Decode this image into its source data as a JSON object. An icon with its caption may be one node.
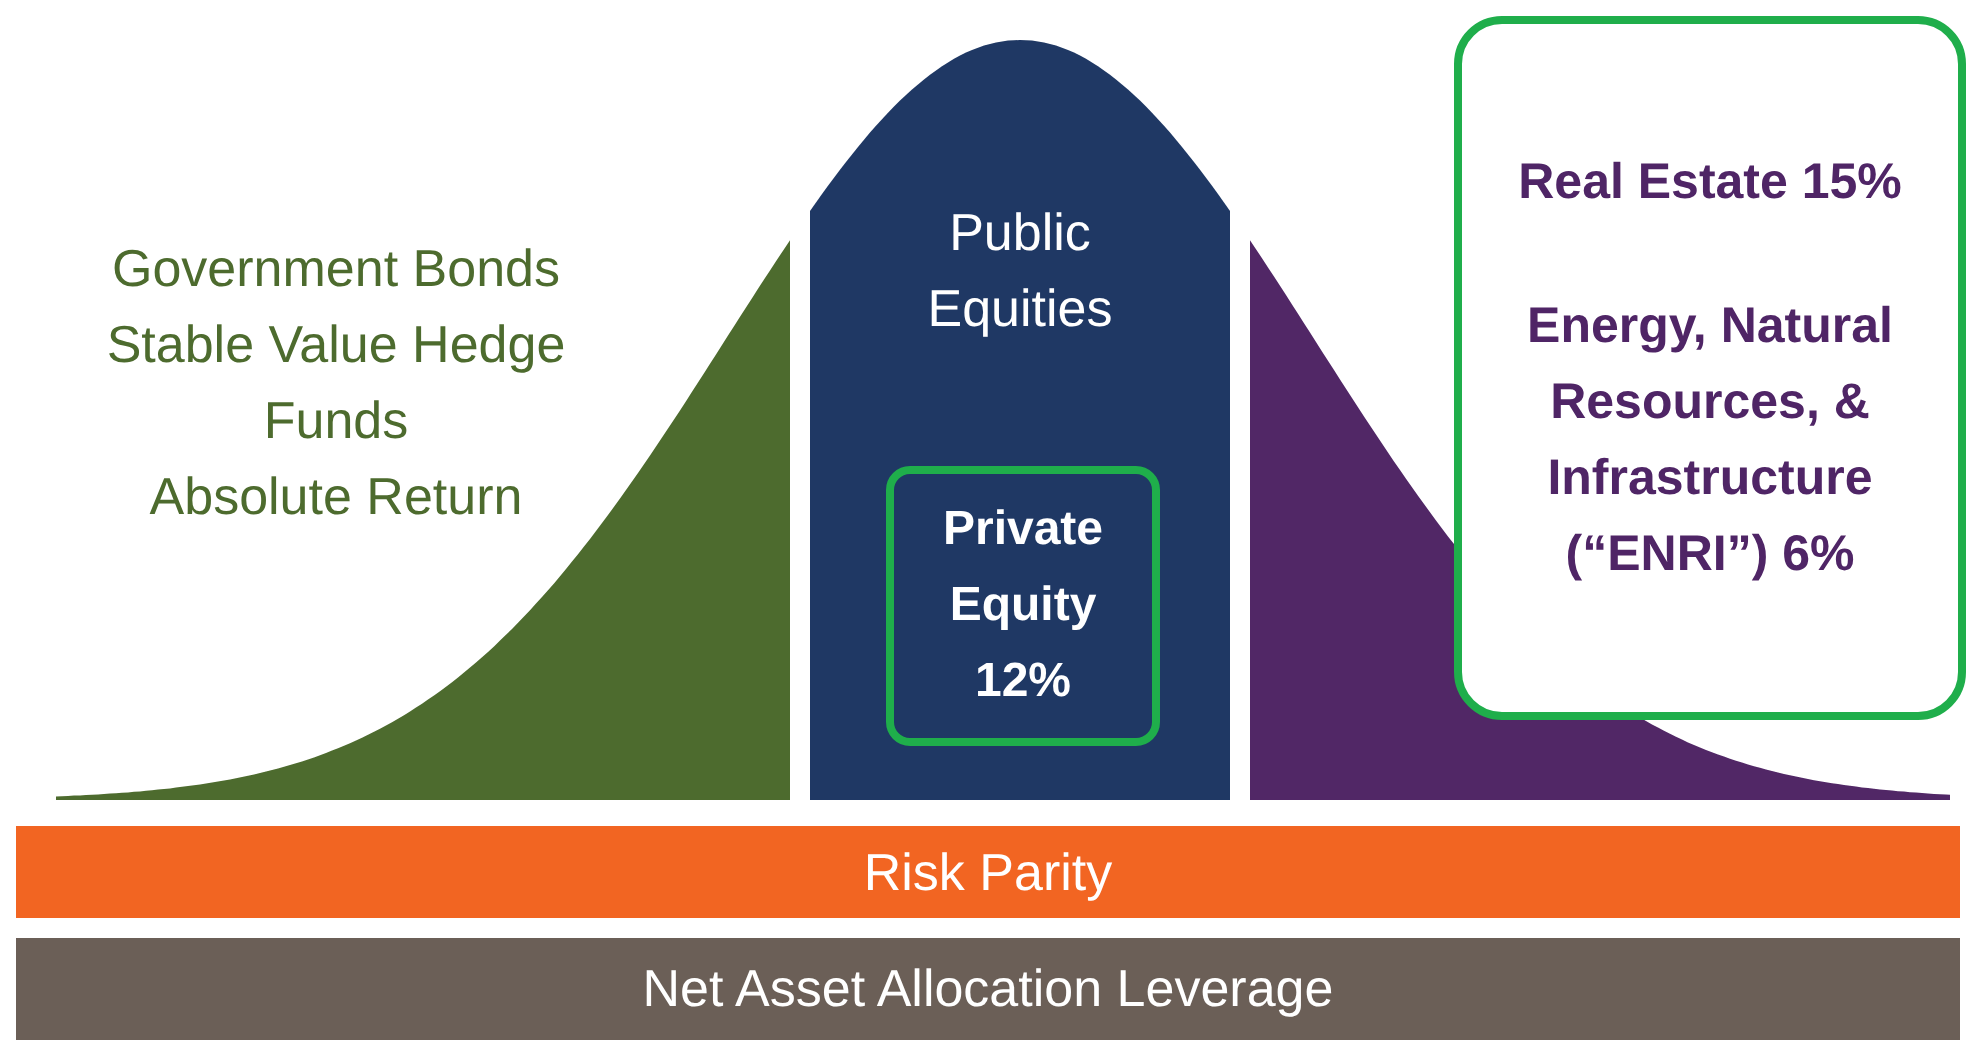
{
  "diagram": {
    "nodes": [
      {
        "text": [
          "Government Bonds",
          "Stable Value Hedge Funds",
          "Absolute Return"
        ]
      },
      {
        "text": [
          "Public Equities"
        ]
      },
      {
        "text": [
          "Private Equity 12%"
        ],
        "in": 1
      },
      {
        "text": [],
        "shape": "area"
      },
      {
        "text": [
          "Real Estate 15%",
          "Energy, Natural Resources, & Infrastructure (“ENRI”) 6%"
        ]
      },
      {
        "text": [
          "Risk Parity"
        ]
      },
      {
        "text": [
          "Net Asset Allocation Leverage"
        ]
      }
    ]
  }
}
